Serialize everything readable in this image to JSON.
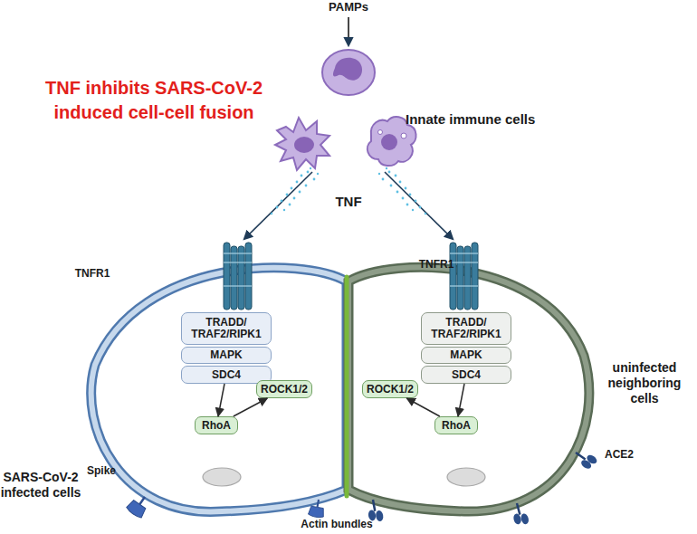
{
  "diagram": {
    "title": "TNF inhibits SARS-CoV-2 induced cell-cell fusion",
    "nodes": [
      {
        "text": [
          "SARS-CoV-2 infected cells"
        ]
      },
      {
        "text": [
          "TRADD/ TRAF2/RIPK1"
        ],
        "in": 0
      },
      {
        "text": [
          "MAPK"
        ],
        "in": 0
      },
      {
        "text": [
          "SDC4"
        ],
        "in": 0
      },
      {
        "text": [
          "ROCK1/2"
        ],
        "in": 0
      },
      {
        "text": [
          "RhoA"
        ],
        "in": 0
      },
      {
        "text": [
          "uninfected neighboring cells"
        ]
      },
      {
        "text": [
          "TRADD/ TRAF2/RIPK1"
        ],
        "in": 6
      },
      {
        "text": [
          "MAPK"
        ],
        "in": 6
      },
      {
        "text": [
          "SDC4"
        ],
        "in": 6
      },
      {
        "text": [
          "ROCK1/2"
        ],
        "in": 6
      },
      {
        "text": [
          "RhoA"
        ],
        "in": 6
      }
    ],
    "edges": [
      {
        "from": 3,
        "to": 5,
        "arrow": "to"
      },
      {
        "from": 5,
        "to": 4,
        "arrow": "to"
      },
      {
        "from": 9,
        "to": 11,
        "arrow": "to"
      },
      {
        "from": 11,
        "to": 10,
        "arrow": "to"
      }
    ],
    "labels": [
      "PAMPs",
      "Innate immune cells",
      "TNF",
      "TNFR1",
      "TNFR1",
      "Spike",
      "Actin bundles",
      "ACE2"
    ]
  }
}
